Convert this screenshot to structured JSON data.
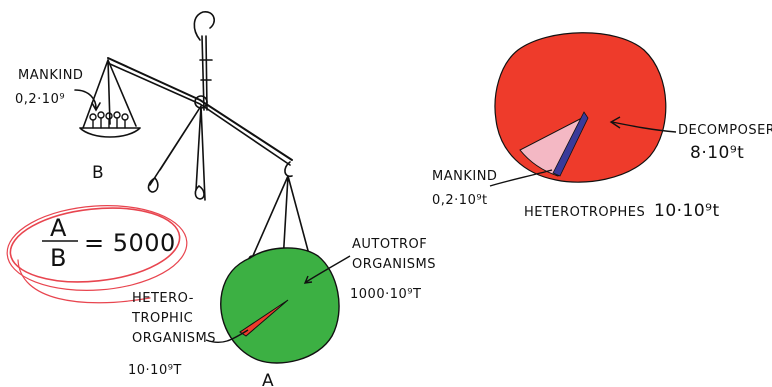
{
  "scale_diagram": {
    "mankind_label": "MANKIND",
    "mankind_value": "0,2·10⁹",
    "pan_b_label": "B",
    "pan_a_label": "A",
    "autotrophic_label_1": "AUTOTROF",
    "autotrophic_label_2": "ORGANISMS",
    "autotrophic_value": "1000·10⁹T",
    "heterotrophic_label_1": "HETERO-",
    "heterotrophic_label_2": "TROPHIC",
    "heterotrophic_label_3": "ORGANISMS",
    "heterotrophic_value": "10·10⁹T"
  },
  "ratio": {
    "numerator": "A",
    "denominator": "B",
    "value": "= 5000"
  },
  "heterotroph_pie": {
    "decomposers_label": "DECOMPOSERS",
    "decomposers_value": "8·10⁹t",
    "mankind_label": "MANKIND",
    "mankind_value": "0,2·10⁹t",
    "heterotrophes_label": "HETEROTROPHES",
    "heterotrophes_value": "10·10⁹t"
  },
  "colors": {
    "autotroph_green": "#3cb043",
    "heterotroph_red": "#ee3b2b",
    "mankind_pink": "#f4b8c4",
    "sliver_blue": "#3a3a9a",
    "circle_red": "#e8454f"
  }
}
